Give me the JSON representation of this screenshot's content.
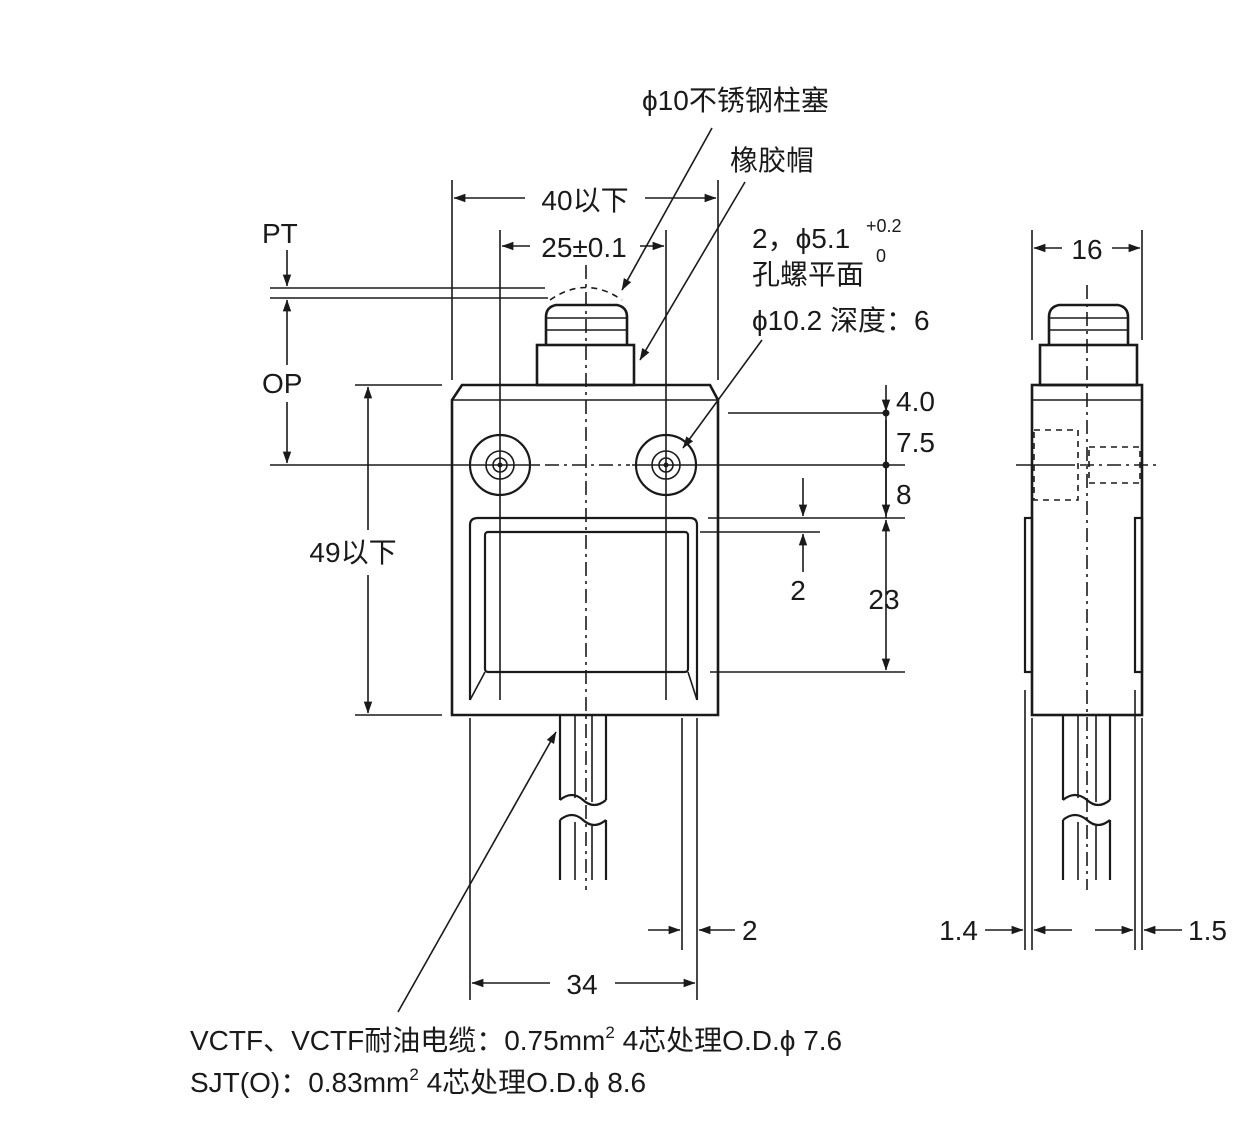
{
  "labels": {
    "plunger": "ϕ10不锈钢柱塞",
    "rubber_cap": "橡胶帽",
    "width_max": "40以下",
    "pitch": "25±0.1",
    "pt": "PT",
    "op": "OP",
    "hole_line1": "2，ϕ5.1",
    "hole_tol_upper": "+0.2",
    "hole_tol_lower": "0",
    "hole_line2": "孔螺平面",
    "hole_line3": "ϕ10.2 深度：6",
    "dim_4_0": "4.0",
    "dim_7_5": "7.5",
    "dim_8": "8",
    "dim_2_recess": "2",
    "dim_23": "23",
    "height_max": "49以下",
    "dim_2_side": "2",
    "dim_34": "34",
    "side_width": "16",
    "side_1_4": "1.4",
    "side_1_5": "1.5"
  },
  "cable": {
    "line1_prefix": "VCTF、VCTF耐油电缆：0.75mm",
    "line1_sup": "2",
    "line1_suffix": " 4芯处理O.D.ϕ 7.6",
    "line2_prefix": "SJT(O)：0.83mm",
    "line2_sup": "2",
    "line2_suffix": " 4芯处理O.D.ϕ 8.6"
  }
}
